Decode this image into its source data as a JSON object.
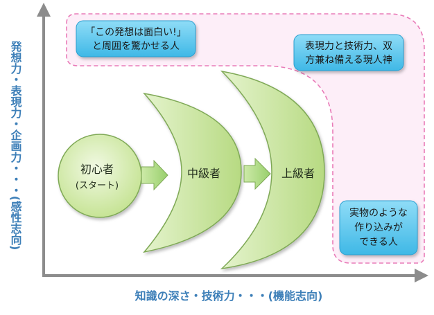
{
  "axes": {
    "x_label": "知識の深さ・技術力・・・(機能志向)",
    "y_label": "発想力・表現力・企画力・・・(感性志向)"
  },
  "stages": {
    "beginner": {
      "title": "初心者",
      "subtitle": "(スタート)"
    },
    "intermediate": {
      "title": "中級者"
    },
    "advanced": {
      "title": "上級者"
    }
  },
  "bubbles": {
    "surprise": {
      "line1": "「この発想は面白い!」",
      "line2": "と周囲を驚かせる人"
    },
    "both": {
      "line1": "表現力と技術力、双",
      "line2": "方兼ね備える現人神"
    },
    "practical": {
      "line1": "実物のような",
      "line2": "作り込みが",
      "line3": "できる人"
    }
  },
  "colors": {
    "axis": "#8c8c8c",
    "axis_text": "#3d7fb8",
    "region_fill": "#fdeef8",
    "region_border": "#e97bb8",
    "bubble_fill": "#5ac8ef",
    "stage_fill": "#c9e69f",
    "stage_border": "#7fa957",
    "arrow_fill": "#a8d983"
  }
}
